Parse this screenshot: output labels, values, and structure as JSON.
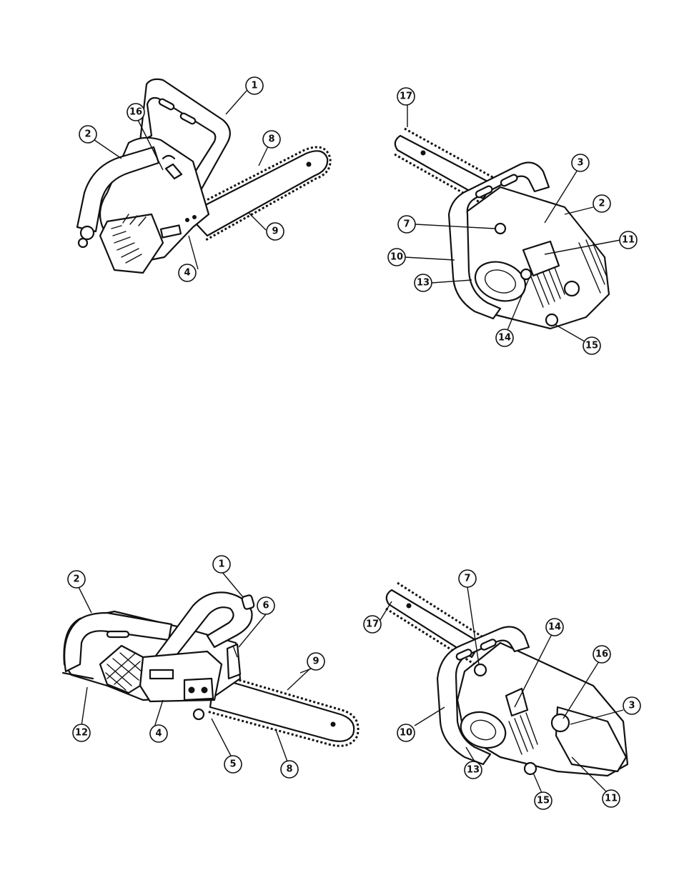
{
  "figures": [
    {
      "id": "top-left",
      "callouts": [
        "1",
        "2",
        "16",
        "8",
        "9",
        "4"
      ]
    },
    {
      "id": "top-right",
      "callouts": [
        "17",
        "3",
        "2",
        "7",
        "11",
        "10",
        "13",
        "14",
        "15"
      ]
    },
    {
      "id": "bottom-left",
      "callouts": [
        "2",
        "1",
        "6",
        "9",
        "12",
        "4",
        "5",
        "8"
      ]
    },
    {
      "id": "bottom-right",
      "callouts": [
        "7",
        "17",
        "14",
        "16",
        "3",
        "10",
        "13",
        "15",
        "11"
      ]
    }
  ]
}
